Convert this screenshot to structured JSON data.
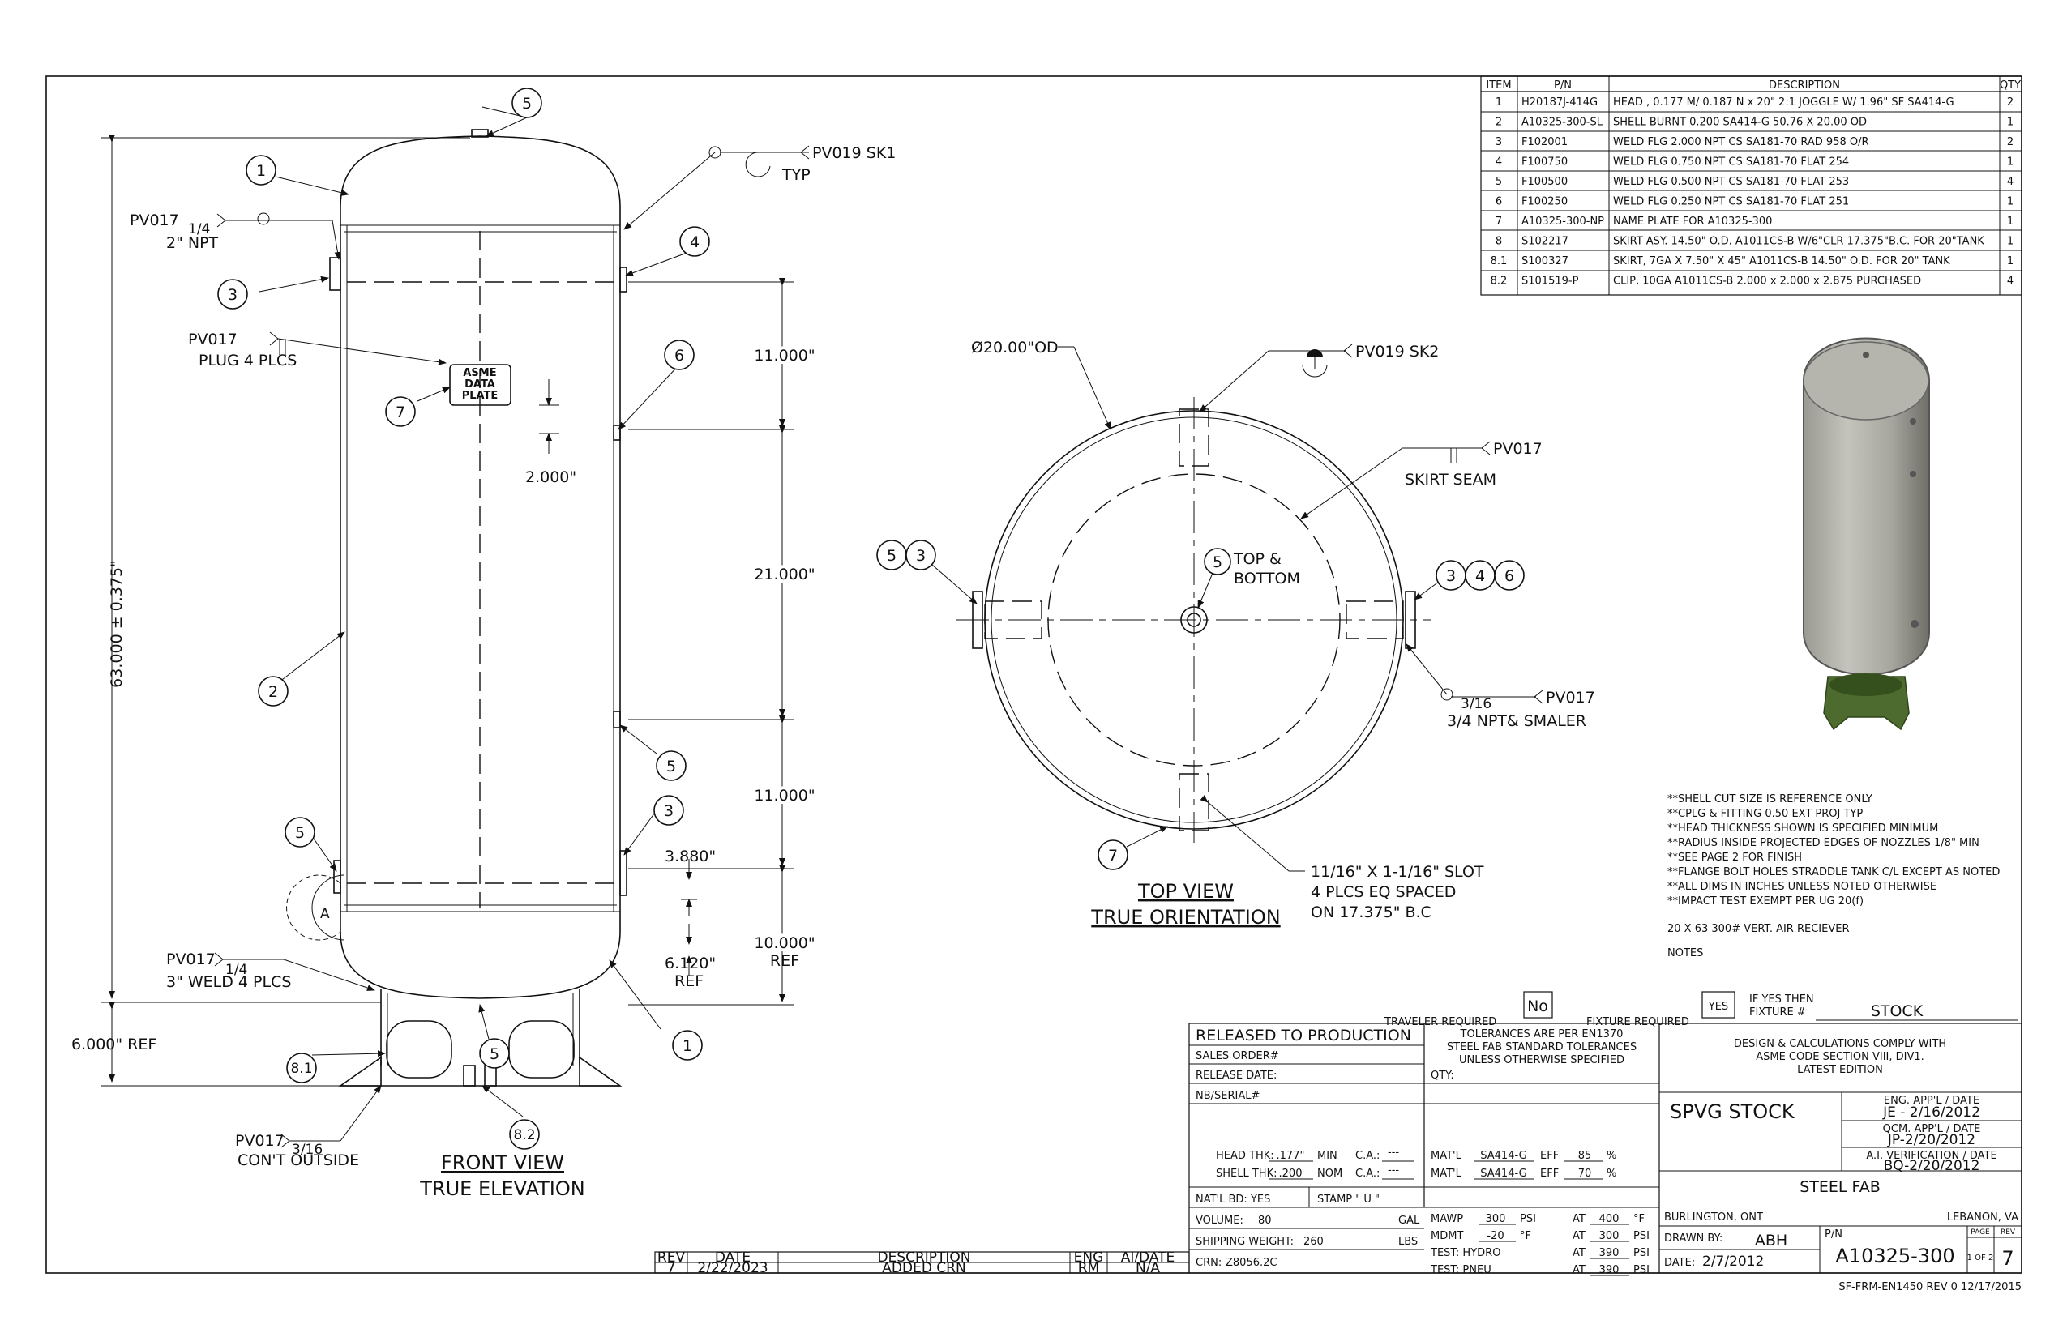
{
  "bom": {
    "headers": {
      "item": "ITEM",
      "pn": "P/N",
      "desc": "DESCRIPTION",
      "qty": "QTY"
    },
    "rows": [
      {
        "item": "1",
        "pn": "H20187J-414G",
        "desc": "HEAD , 0.177 M/ 0.187 N x 20\" 2:1 JOGGLE W/ 1.96\" SF SA414-G",
        "qty": "2"
      },
      {
        "item": "2",
        "pn": "A10325-300-SL",
        "desc": "SHELL BURNT 0.200 SA414-G 50.76 X 20.00 OD",
        "qty": "1"
      },
      {
        "item": "3",
        "pn": "F102001",
        "desc": "WELD FLG 2.000 NPT CS SA181-70 RAD 958 O/R",
        "qty": "2"
      },
      {
        "item": "4",
        "pn": "F100750",
        "desc": "WELD FLG 0.750 NPT CS SA181-70 FLAT 254",
        "qty": "1"
      },
      {
        "item": "5",
        "pn": "F100500",
        "desc": "WELD FLG 0.500 NPT CS SA181-70 FLAT 253",
        "qty": "4"
      },
      {
        "item": "6",
        "pn": "F100250",
        "desc": "WELD FLG 0.250 NPT CS SA181-70 FLAT 251",
        "qty": "1"
      },
      {
        "item": "7",
        "pn": "A10325-300-NP",
        "desc": "NAME PLATE FOR A10325-300",
        "qty": "1"
      },
      {
        "item": "8",
        "pn": "S102217",
        "desc": "SKIRT ASY. 14.50\" O.D. A1011CS-B W/6\"CLR 17.375\"B.C. FOR 20\"TANK",
        "qty": "1"
      },
      {
        "item": "8.1",
        "pn": "S100327",
        "desc": "SKIRT, 7GA X 7.50\" X 45\" A1011CS-B 14.50\" O.D. FOR 20\" TANK",
        "qty": "1"
      },
      {
        "item": "8.2",
        "pn": "S101519-P",
        "desc": "CLIP, 10GA A1011CS-B 2.000 x 2.000 x 2.875 PURCHASED",
        "qty": "4"
      }
    ]
  },
  "front": {
    "title1": "FRONT VIEW",
    "title2": "TRUE ELEVATION",
    "dims": {
      "overall": "63.000 ± 0.375\"",
      "d11a": "11.000\"",
      "d21": "21.000\"",
      "d11b": "11.000\"",
      "d2": "2.000\"",
      "d3880": "3.880\"",
      "d10": "10.000\"",
      "ref": "REF",
      "d6120": "6.120\"",
      "ref2": "REF",
      "d6ref": "6.000\" REF"
    },
    "nameplate": [
      "ASME",
      "DATA",
      "PLATE"
    ],
    "notes": {
      "pv017_npt": "PV017",
      "npt_frac": "1/4",
      "npt_size": "2\" NPT",
      "pv017_plug": "PV017",
      "plug": "PLUG 4 PLCS",
      "pv019": "PV019 SK1",
      "typ": "TYP",
      "pv017_weld": "PV017",
      "weld_frac": "1/4",
      "weld": "3\" WELD 4 PLCS",
      "pv017_cont": "PV017",
      "cont_frac": "3/16",
      "cont": "CON'T OUTSIDE",
      "detail": "A"
    }
  },
  "top": {
    "title1": "TOP VIEW",
    "title2": "TRUE ORIENTATION",
    "od": "Ø20.00\"OD",
    "pv019": "PV019 SK2",
    "pv017_seam": "PV017",
    "seam": "SKIRT SEAM",
    "topbottom1": "TOP &",
    "topbottom2": "BOTTOM",
    "pv017_right": "PV017",
    "right_frac": "3/16",
    "right_note": "3/4 NPT& SMALER",
    "slot1": "11/16\" X 1-1/16\" SLOT",
    "slot2": "4 PLCS EQ SPACED",
    "slot3": "ON 17.375\" B.C"
  },
  "notes": {
    "lines": [
      "**SHELL CUT SIZE IS REFERENCE ONLY",
      "**CPLG & FITTING 0.50 EXT PROJ TYP",
      "**HEAD THICKNESS SHOWN IS SPECIFIED MINIMUM",
      "**RADIUS INSIDE PROJECTED EDGES OF NOZZLES 1/8\" MIN",
      "**SEE PAGE 2 FOR FINISH",
      "**FLANGE BOLT HOLES STRADDLE TANK C/L EXCEPT AS NOTED",
      "**ALL DIMS IN INCHES UNLESS NOTED OTHERWISE",
      "**IMPACT TEST EXEMPT PER UG 20(f)"
    ],
    "desc": "20 X 63 300# VERT. AIR RECIEVER",
    "label": "NOTES"
  },
  "traveler": {
    "traveler_label": "TRAVELER REQUIRED",
    "traveler_val": "No",
    "fixture_label": "FIXTURE REQUIRED",
    "fixture_val": "YES",
    "ifyes1": "IF YES THEN",
    "ifyes2": "FIXTURE #",
    "fixture_no": "STOCK"
  },
  "titleblock": {
    "released": "RELEASED TO PRODUCTION",
    "sales": "SALES ORDER#",
    "release_date": "RELEASE DATE:",
    "nb": "NB/SERIAL#",
    "tol1": "TOLERANCES ARE PER EN1370",
    "tol2": "STEEL FAB STANDARD TOLERANCES",
    "tol3": "UNLESS OTHERWISE SPECIFIED",
    "qty": "QTY:",
    "comply1": "DESIGN & CALCULATIONS COMPLY WITH",
    "comply2": "ASME CODE SECTION VIII, DIV1.",
    "comply3": "LATEST EDITION",
    "spvg": "SPVG STOCK",
    "eng_lbl": "ENG. APP'L / DATE",
    "eng_val": "JE - 2/16/2012",
    "qcm_lbl": "QCM. APP'L / DATE",
    "qcm_val": "JP-2/20/2012",
    "ai_lbl": "A.I. VERIFICATION / DATE",
    "ai_val": "BQ-2/20/2012",
    "head_lbl": "HEAD THK:",
    "head_val": ".177\"",
    "min": "MIN",
    "shell_lbl": "SHELL THK:",
    "shell_val": ".200",
    "nom": "NOM",
    "ca": "C.A.:",
    "ca_val": "---",
    "matl": "MAT'L",
    "matl_val": "SA414-G",
    "eff": "EFF",
    "eff1": "85",
    "eff2": "70",
    "pct": "%",
    "natbd": "NAT'L BD: YES",
    "stamp": "STAMP \"  U  \"",
    "volume": "VOLUME:",
    "volume_val": "80",
    "gal": "GAL",
    "ship": "SHIPPING WEIGHT:",
    "ship_val": "260",
    "lbs": "LBS",
    "crn": "CRN:",
    "crn_val": "Z8056.2C",
    "mawp": "MAWP",
    "mawp_val": "300",
    "mdmt": "MDMT",
    "mdmt_val": "-20",
    "test1": "TEST: HYDRO",
    "test2": "TEST: PNEU",
    "psi": "PSI",
    "degf": "°F",
    "at": "AT",
    "at1": "400",
    "at2": "300",
    "at3": "390",
    "at4": "390",
    "company": "STEEL FAB",
    "city1": "BURLINGTON, ONT",
    "city2": "LEBANON, VA",
    "drawn_lbl": "DRAWN BY:",
    "drawn_val": "ABH",
    "date_lbl": "DATE:",
    "date_val": "2/7/2012",
    "pn_lbl": "P/N",
    "pn_val": "A10325-300",
    "page_lbl": "PAGE",
    "page_val": "1 OF 2",
    "rev_lbl": "REV",
    "rev_val": "7",
    "form": "SF-FRM-EN1450  REV 0 12/17/2015"
  },
  "revisions": {
    "headers": [
      "REV",
      "DATE",
      "DESCRIPTION",
      "ENG",
      "AI/DATE"
    ],
    "rows": [
      [
        "7",
        "2/22/2023",
        "ADDED CRN",
        "RM",
        "N/A"
      ]
    ]
  }
}
